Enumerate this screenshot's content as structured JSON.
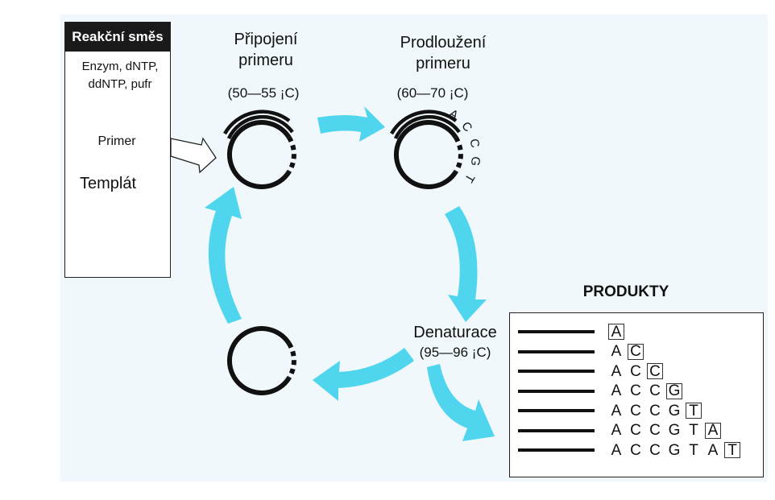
{
  "legend": {
    "title": "Reakční směs",
    "components": "Enzym, dNTP,\nddNTP, pufr",
    "primer_label": "Primer",
    "templat_label": "Templát"
  },
  "steps": {
    "annealing": {
      "title": "Připojení\nprimeru",
      "temp": "(50—55 ¡C)"
    },
    "extension": {
      "title": "Prodloužení\nprimeru",
      "temp": "(60—70 ¡C)"
    },
    "denaturation": {
      "title": "Denaturace",
      "temp": "(95—96 ¡C)"
    }
  },
  "extension_bases": [
    "A",
    "C",
    "C",
    "G",
    "T"
  ],
  "products": {
    "title": "PRODUKTY",
    "rows": [
      [
        "A"
      ],
      [
        "A",
        "C"
      ],
      [
        "A",
        "C",
        "C"
      ],
      [
        "A",
        "C",
        "C",
        "G"
      ],
      [
        "A",
        "C",
        "C",
        "G",
        "T"
      ],
      [
        "A",
        "C",
        "C",
        "G",
        "T",
        "A"
      ],
      [
        "A",
        "C",
        "C",
        "G",
        "T",
        "A",
        "T"
      ]
    ]
  },
  "colors": {
    "cycle_arrow": "#4fd6ee",
    "strand": "#111111",
    "background": "#f0f8fb"
  }
}
